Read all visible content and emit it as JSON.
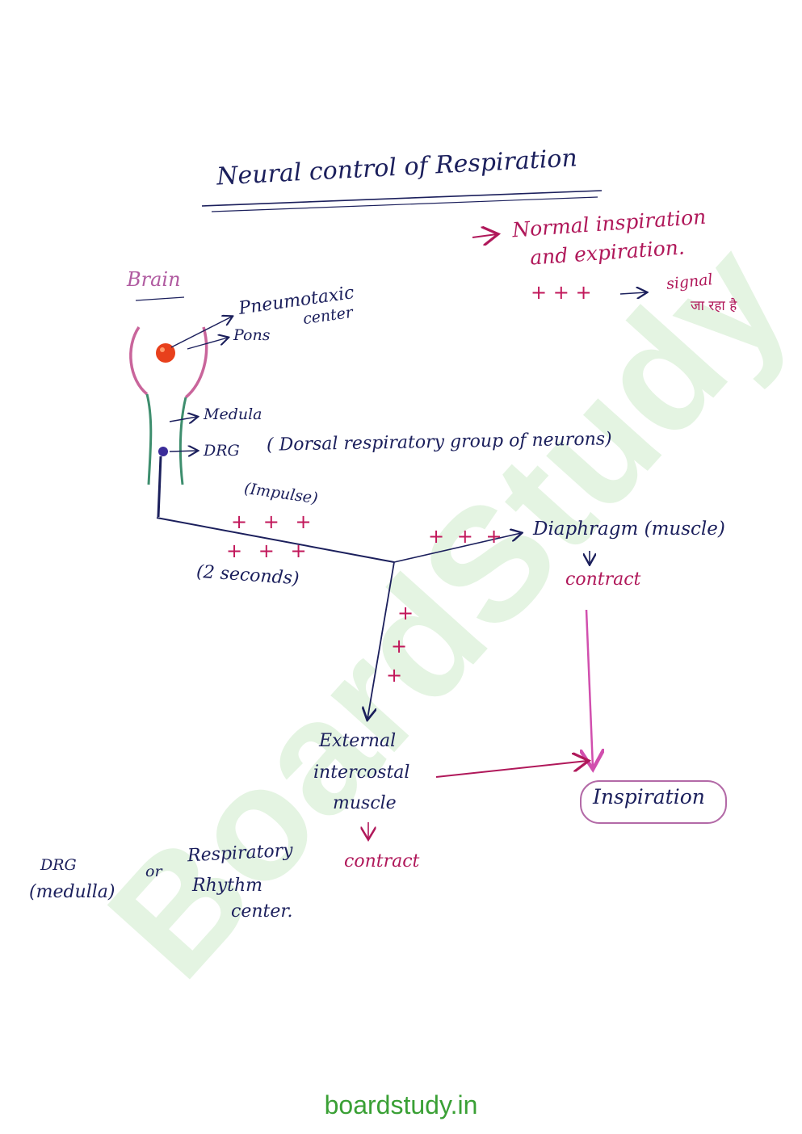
{
  "title": "Neural control of Respiration",
  "normal": {
    "line1": "Normal inspiration",
    "line2": "and expiration.",
    "plus": "+ + +",
    "signal": "signal",
    "hindi": "जा रहा है"
  },
  "brain_label": "Brain",
  "pneumotaxic": {
    "line1": "Pneumotaxic",
    "line2": "center"
  },
  "pons": "Pons",
  "medulla": "Medula",
  "drg": "DRG",
  "drg_full": "( Dorsal respiratory group of neurons)",
  "impulse": "(Impulse)",
  "plus_row1": "+ + +",
  "plus_row2": "+ + +",
  "two_seconds": "(2 seconds)",
  "plus_right": "+ + +",
  "diaphragm": "Diaphragm (muscle)",
  "contract_right": "contract",
  "plus_down": [
    "+",
    "+",
    "+"
  ],
  "external": {
    "line1": "External",
    "line2": "intercostal",
    "line3": "muscle"
  },
  "contract_bottom": "contract",
  "inspiration": "Inspiration",
  "bottom_note": {
    "drg": "DRG",
    "medulla": "(medulla)",
    "or": "or",
    "resp1": "Respiratory",
    "resp2": "Rhythm",
    "resp3": "center."
  },
  "watermark": "BoardStudy",
  "footer": "boardstudy.in",
  "colors": {
    "ink_navy": "#1b1f5c",
    "ink_magenta": "#b0185a",
    "pons_dot": "#e8401c",
    "brain_pink": "#c9659b",
    "medulla_green": "#3e8e6e",
    "watermark_green": "#78c86e",
    "footer_green": "#3aa035"
  }
}
